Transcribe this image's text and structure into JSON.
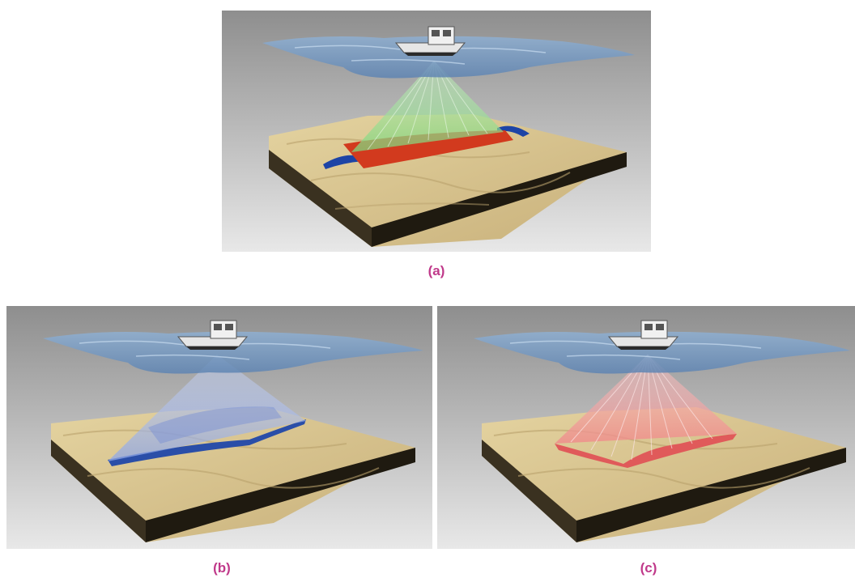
{
  "figure": {
    "panels": [
      {
        "id": "a",
        "caption": "(a)",
        "beam": "multibeam-fan",
        "beam_color": "#8fe08a",
        "seafloor_marks": [
          "#d23a1e",
          "#1d44a6"
        ]
      },
      {
        "id": "b",
        "caption": "(b)",
        "beam": "wide-swath",
        "beam_color": "#8ea6e6",
        "seafloor_marks": [
          "#2a4ea8"
        ]
      },
      {
        "id": "c",
        "caption": "(c)",
        "beam": "multibeam-fan",
        "beam_color": "#f19a9a",
        "seafloor_marks": [
          "#e05a5a"
        ]
      }
    ],
    "colors": {
      "background_top": "#9a9a9a",
      "background_bottom": "#e6e6e6",
      "sand": "#d9c48e",
      "block_side": "#2a2418",
      "water": "#6f93bd",
      "caption": "#c0398a"
    }
  }
}
